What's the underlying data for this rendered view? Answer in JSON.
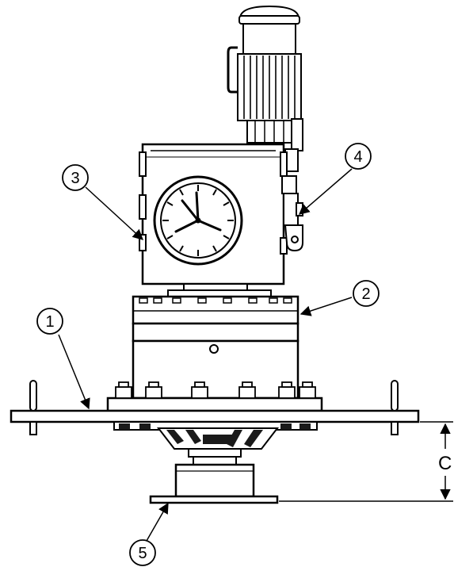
{
  "callouts": [
    {
      "id": "1",
      "label": "1"
    },
    {
      "id": "2",
      "label": "2"
    },
    {
      "id": "3",
      "label": "3"
    },
    {
      "id": "4",
      "label": "4"
    },
    {
      "id": "5",
      "label": "5"
    }
  ],
  "dimension": {
    "label": "C"
  },
  "colors": {
    "line": "#000000",
    "background": "#ffffff",
    "fill_light": "#f2f2f2",
    "fill_dark": "#1a1a1a"
  }
}
